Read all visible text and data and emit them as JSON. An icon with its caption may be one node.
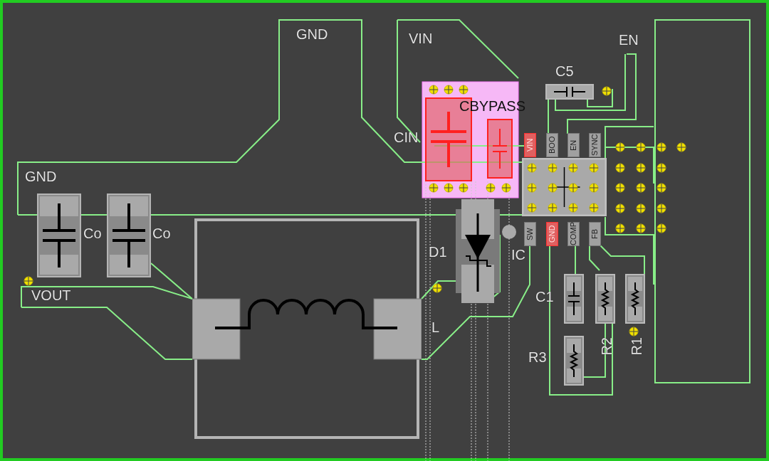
{
  "diagram": {
    "nodes": [
      {
        "text": [
          "Co"
        ]
      },
      {
        "text": [
          "Co"
        ]
      },
      {
        "text": [
          "L"
        ]
      },
      {
        "text": [
          "D1"
        ]
      },
      {
        "text": [
          "CIN"
        ]
      },
      {
        "text": [
          "CBYPASS"
        ]
      },
      {
        "text": [
          "C5"
        ]
      },
      {
        "text": [
          "IC"
        ]
      },
      {
        "text": [
          "C1"
        ]
      },
      {
        "text": [
          "R3"
        ]
      },
      {
        "text": [
          "R2"
        ]
      },
      {
        "text": [
          "R1"
        ]
      }
    ],
    "labels": [
      "GND",
      "VIN",
      "EN",
      "GND",
      "VOUT",
      "VIN",
      "BOO",
      "EN",
      "SYNC",
      "SW",
      "GND",
      "COMP",
      "FB"
    ]
  }
}
